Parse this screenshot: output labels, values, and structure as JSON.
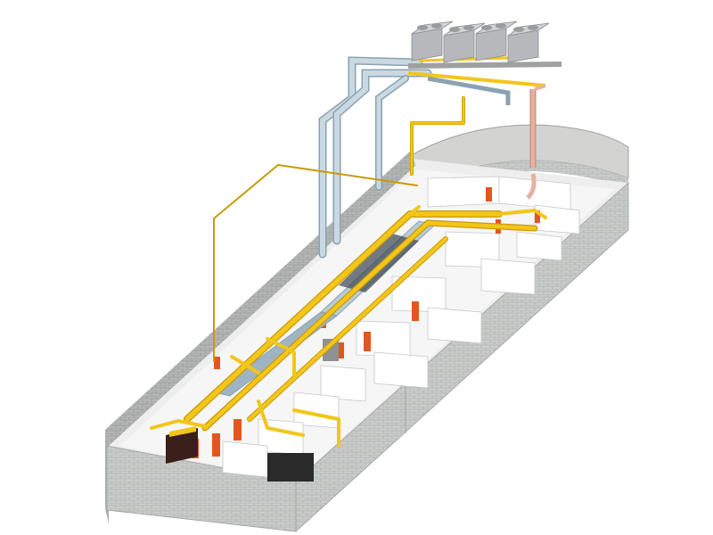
{
  "view": "isometric-building-services-cutaway",
  "colors": {
    "background": "#ffffff",
    "masonry": "#c9cbc9",
    "masonry_dark": "#9ea19f",
    "floor": "#f4f4f4",
    "interior_wall": "#ffffff",
    "pipe_yellow": "#f2c61a",
    "pipe_yellow_dark": "#c99a0c",
    "duct_blue": "#b9cbd6",
    "duct_blue_dark": "#8aa2b1",
    "pipe_pink": "#e6b0a2",
    "door_orange": "#e4561f",
    "cabinet_dark": "#2a2a2a",
    "chiller_grey": "#b6b8bb",
    "roof_stone": "#d3d4d2"
  },
  "components": {
    "chiller_units": 4,
    "orange_doors": 11,
    "server_racks": 2
  }
}
